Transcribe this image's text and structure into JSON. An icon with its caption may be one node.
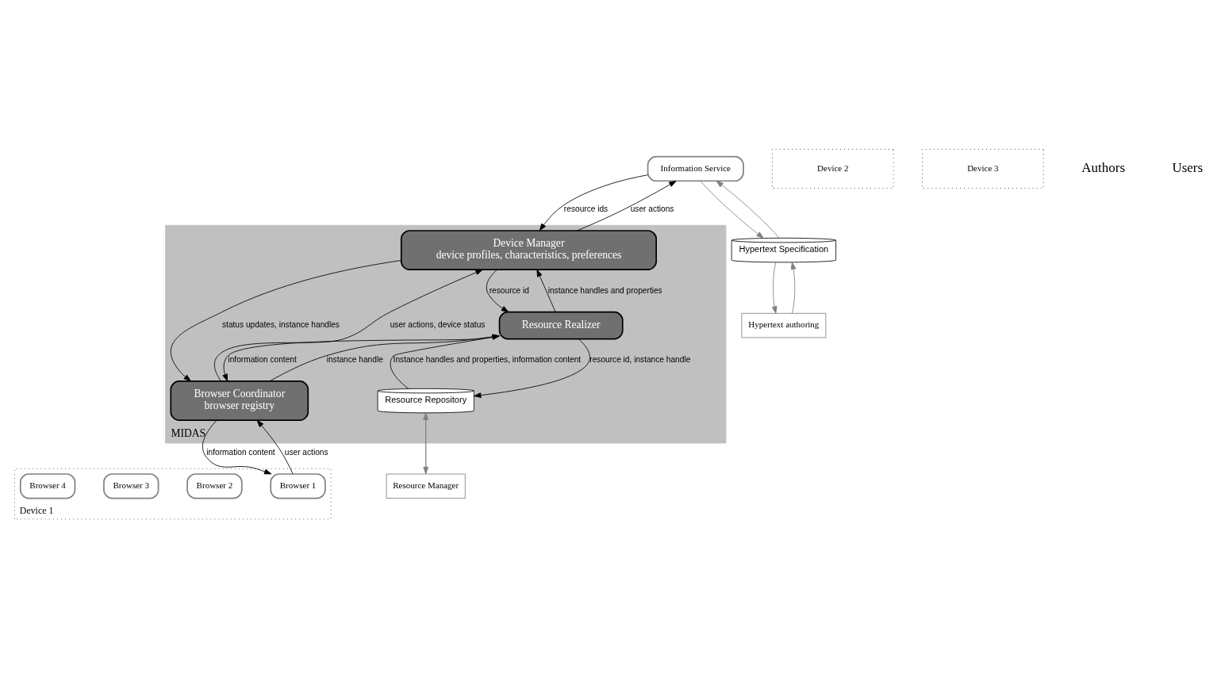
{
  "diagram": {
    "nodes": [
      {
        "text": [
          "Information Service"
        ]
      },
      {
        "text": [
          "Hypertext Specification"
        ]
      },
      {
        "text": [
          "Hypertext authoring"
        ]
      },
      {
        "text": [
          "MIDAS"
        ]
      },
      {
        "text": [
          "Device Manager",
          "device profiles, characteristics, preferences"
        ],
        "in": 3
      },
      {
        "text": [
          "Resource Realizer"
        ],
        "in": 3
      },
      {
        "text": [
          "Browser Coordinator",
          "browser registry"
        ],
        "in": 3
      },
      {
        "text": [
          "Resource Manager"
        ]
      },
      {
        "text": [
          "Resource Repository"
        ],
        "in": 3
      },
      {
        "text": [
          "Device 1"
        ]
      },
      {
        "text": [
          "Browser 1"
        ],
        "in": 9
      },
      {
        "text": [
          "Browser 2"
        ],
        "in": 9
      },
      {
        "text": [
          "Browser 3"
        ],
        "in": 9
      },
      {
        "text": [
          "Browser 4"
        ],
        "in": 9
      },
      {
        "text": [
          "Device 2"
        ]
      },
      {
        "text": [
          "Device 3"
        ]
      }
    ],
    "edges": [
      {
        "from": 4,
        "to": 0,
        "arrow": "to",
        "label": "user actions"
      },
      {
        "from": 0,
        "to": 4,
        "arrow": "to",
        "label": "resource ids"
      },
      {
        "from": 0,
        "to": 1,
        "arrow": "to",
        "color": "#808080"
      },
      {
        "from": 1,
        "to": 0,
        "arrow": "to",
        "color": "#808080"
      },
      {
        "from": 1,
        "to": 2,
        "arrow": "to",
        "color": "#808080"
      },
      {
        "from": 2,
        "to": 1,
        "arrow": "to",
        "color": "#808080"
      },
      {
        "from": 4,
        "to": 5,
        "arrow": "to",
        "label": "resource id"
      },
      {
        "from": 5,
        "to": 4,
        "arrow": "to",
        "label": "instance handles and properties"
      },
      {
        "from": 4,
        "to": 6,
        "arrow": "to",
        "label": "status updates, instance handles"
      },
      {
        "from": 6,
        "to": 4,
        "arrow": "to",
        "label": "user actions, device status"
      },
      {
        "from": 6,
        "to": 5,
        "arrow": "to",
        "label": "instance handle"
      },
      {
        "from": 5,
        "to": 6,
        "arrow": "to",
        "label": "information content"
      },
      {
        "from": 5,
        "to": 8,
        "arrow": "to",
        "label": "resource id, instance handle"
      },
      {
        "from": 8,
        "to": 5,
        "arrow": "to",
        "label": "Instance handles and properties, information content"
      },
      {
        "from": 8,
        "to": 7,
        "arrow": "to",
        "color": "#808080"
      },
      {
        "from": 7,
        "to": 8,
        "arrow": "to",
        "color": "#808080"
      },
      {
        "from": 6,
        "to": 10,
        "arrow": "to",
        "label": "information content"
      },
      {
        "from": 10,
        "to": 6,
        "arrow": "to",
        "label": "user actions"
      }
    ],
    "labels": [
      "Authors",
      "Users"
    ]
  }
}
